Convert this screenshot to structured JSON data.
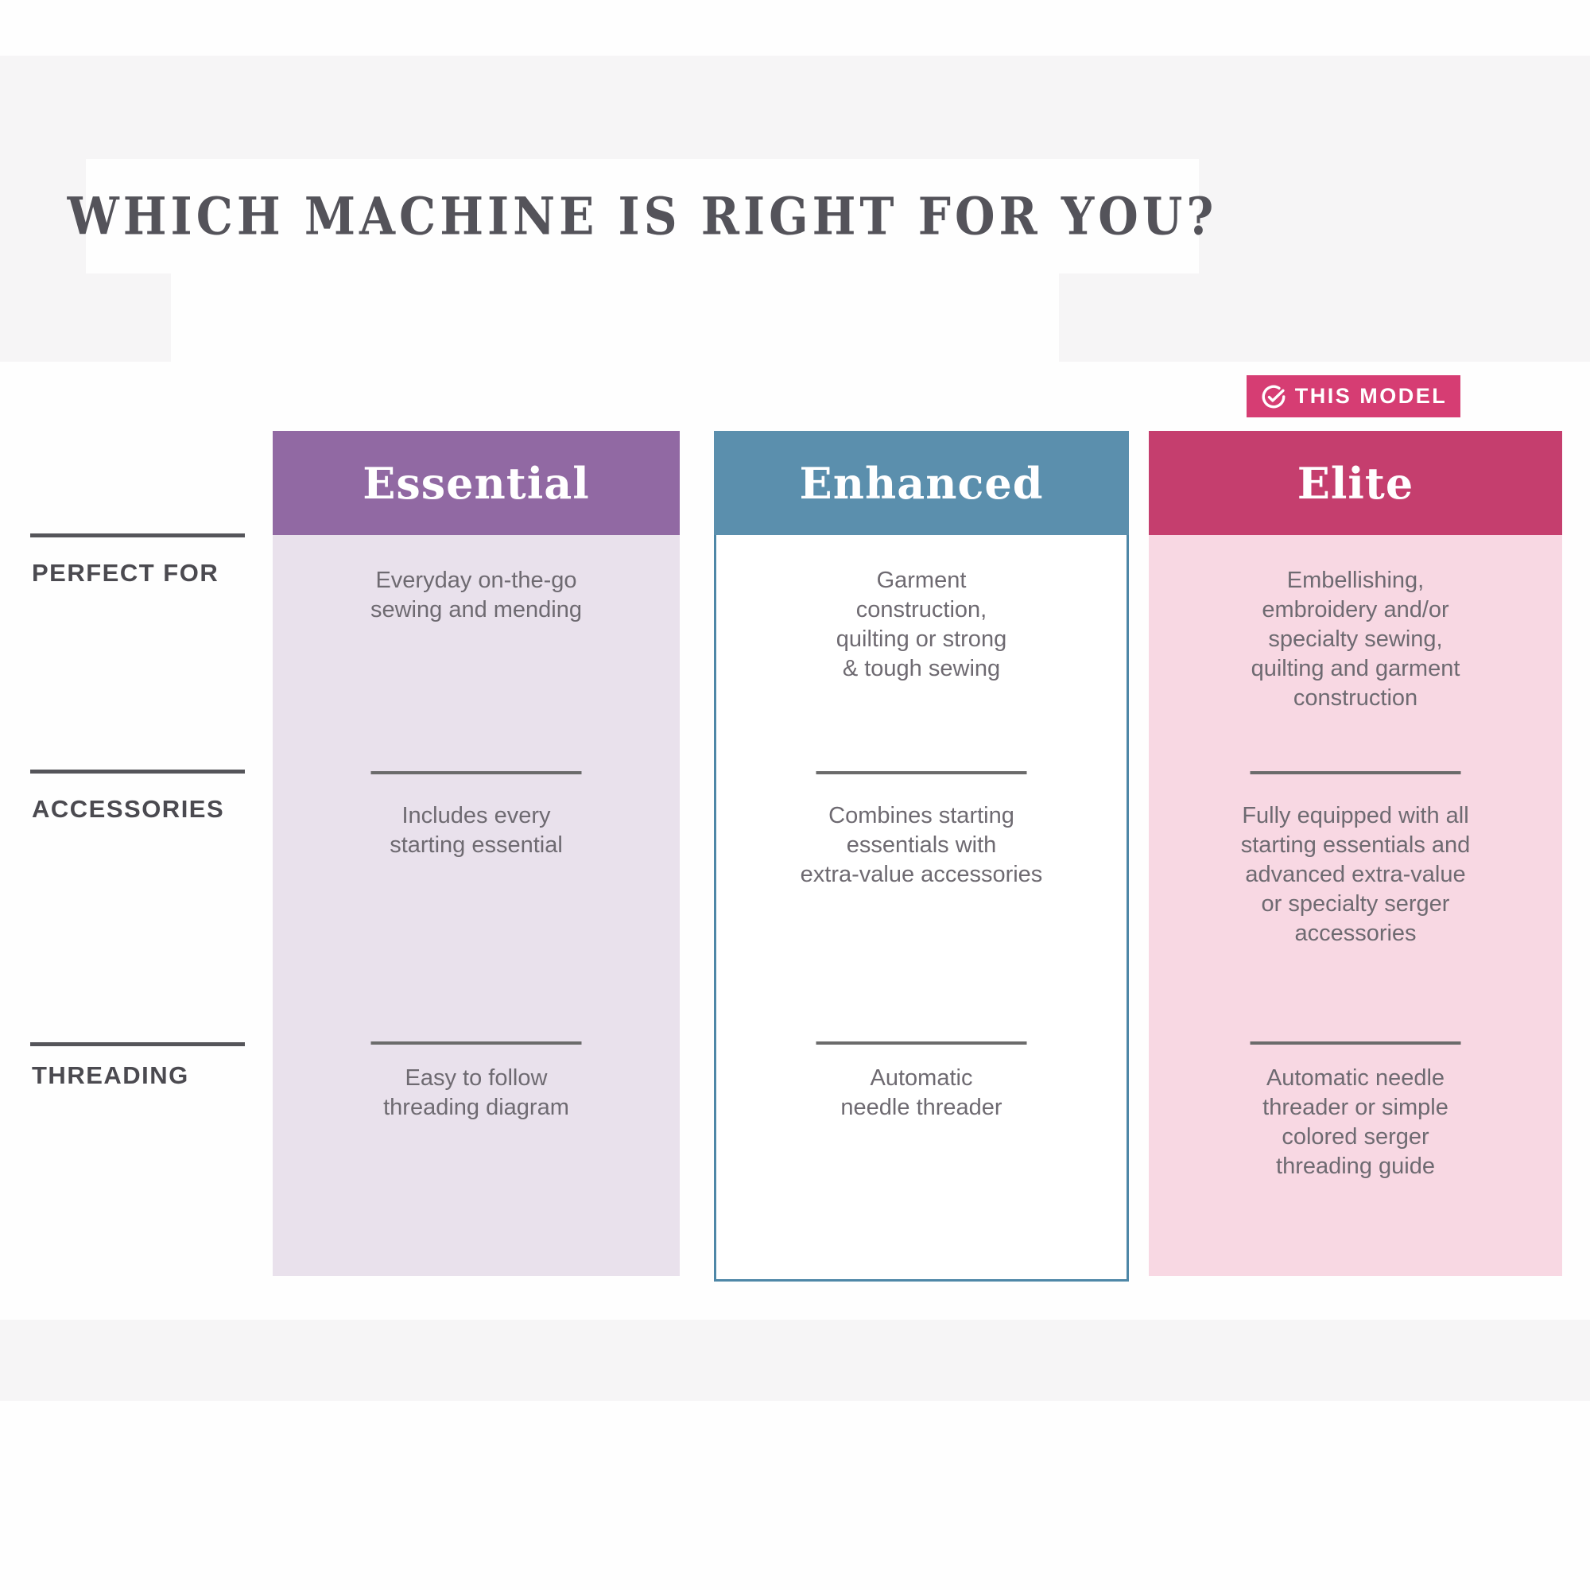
{
  "title": "WHICH MACHINE IS RIGHT FOR YOU?",
  "badge": {
    "label": "THIS MODEL",
    "icon": "check-circle-icon"
  },
  "row_labels": [
    "PERFECT FOR",
    "ACCESSORIES",
    "THREADING"
  ],
  "columns": [
    {
      "header": "Essential",
      "perfect_for": "Everyday on-the-go\nsewing and mending",
      "accessories": "Includes every\nstarting essential",
      "threading": "Easy to follow\nthreading diagram",
      "header_color": "#9169a3",
      "body_color": "#e9e1ec",
      "highlighted": false
    },
    {
      "header": "Enhanced",
      "perfect_for": "Garment\nconstruction,\nquilting or strong\n& tough sewing",
      "accessories": "Combines starting\nessentials with\nextra-value accessories",
      "threading": "Automatic\nneedle threader",
      "header_color": "#5b8fad",
      "body_color": "#ffffff",
      "border_color": "#4e87a7",
      "highlighted": false
    },
    {
      "header": "Elite",
      "perfect_for": "Embellishing,\nembroidery and/or\nspecialty sewing,\nquilting and garment\nconstruction",
      "accessories": "Fully equipped with all\nstarting essentials and\nadvanced extra-value\nor specialty serger\naccessories",
      "threading": "Automatic needle\nthreader or simple\ncolored serger\nthreading guide",
      "header_color": "#c53e6e",
      "body_color": "#f8d8e3",
      "highlighted": true
    }
  ],
  "colors": {
    "page_background": "#f6f5f6",
    "panel_white": "#fefefe",
    "title_text": "#54535a",
    "row_label_text": "#4b4a50",
    "body_text": "#6e6a71",
    "divider": "#6b6b6b",
    "rule": "#55555a",
    "badge_bg": "#d63d73",
    "badge_text": "#ffffff"
  },
  "chart_data": {
    "type": "table",
    "title": "WHICH MACHINE IS RIGHT FOR YOU?",
    "row_headers": [
      "PERFECT FOR",
      "ACCESSORIES",
      "THREADING"
    ],
    "column_headers": [
      "Essential",
      "Enhanced",
      "Elite"
    ],
    "highlighted_column": "Elite",
    "highlight_badge": "THIS MODEL",
    "cells": [
      [
        "Everyday on-the-go sewing and mending",
        "Garment construction, quilting or strong & tough sewing",
        "Embellishing, embroidery and/or specialty sewing, quilting and garment construction"
      ],
      [
        "Includes every starting essential",
        "Combines starting essentials with extra-value accessories",
        "Fully equipped with all starting essentials and advanced extra-value or specialty serger accessories"
      ],
      [
        "Easy to follow threading diagram",
        "Automatic needle threader",
        "Automatic needle threader or simple colored serger threading guide"
      ]
    ]
  }
}
